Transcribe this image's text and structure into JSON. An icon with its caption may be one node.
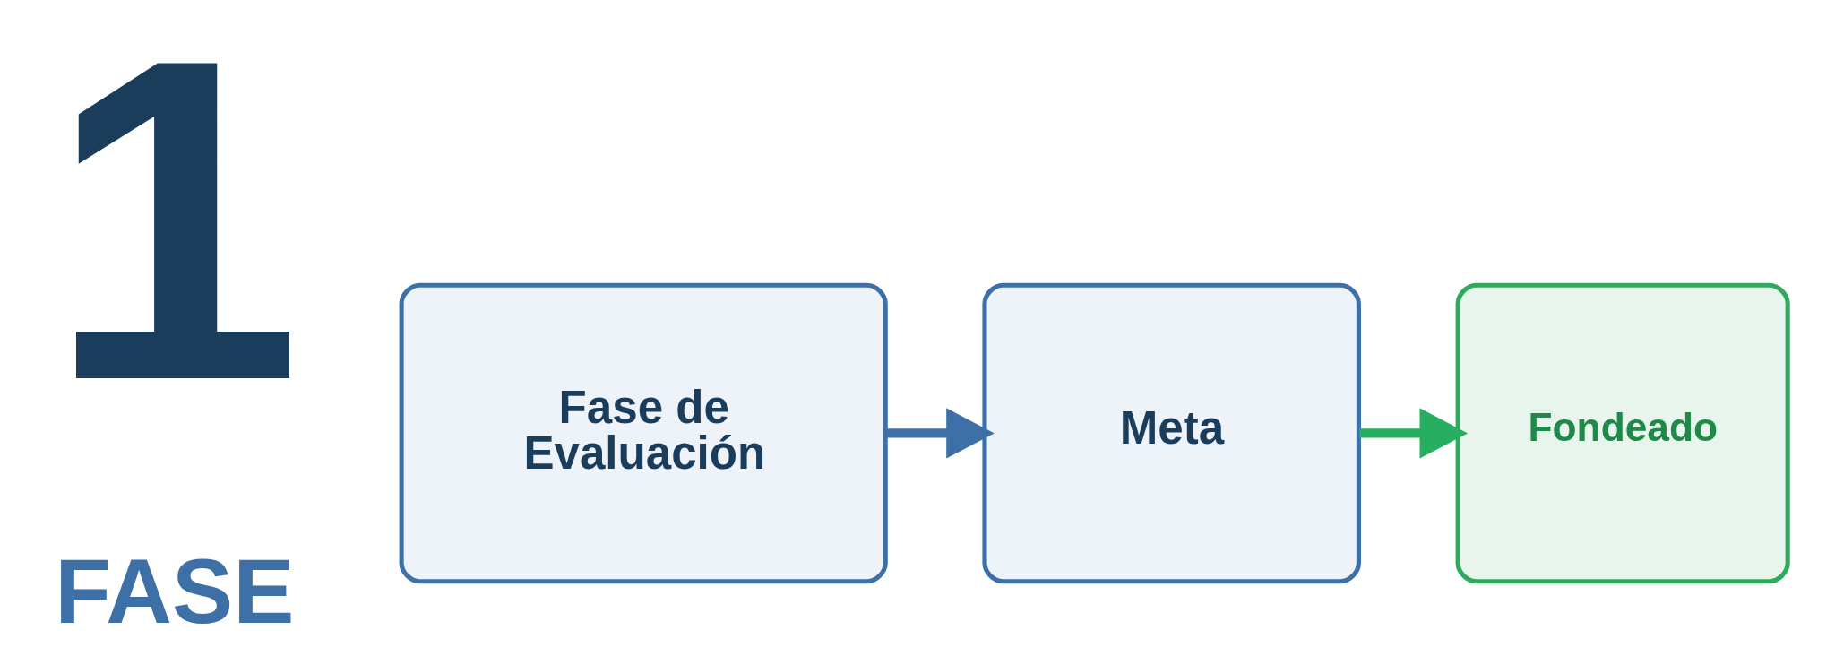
{
  "diagram": {
    "nodes": [
      {
        "text": [
          "Fase de Evaluación"
        ]
      },
      {
        "text": [
          "Meta"
        ]
      },
      {
        "text": [
          "Fondeado"
        ]
      }
    ],
    "edges": [
      {
        "from": 0,
        "to": 1,
        "arrow": "to",
        "color": "#3d70a6"
      },
      {
        "from": 1,
        "to": 2,
        "arrow": "to",
        "color": "#27ae60"
      }
    ],
    "labels": [
      "1",
      "FASE"
    ]
  }
}
